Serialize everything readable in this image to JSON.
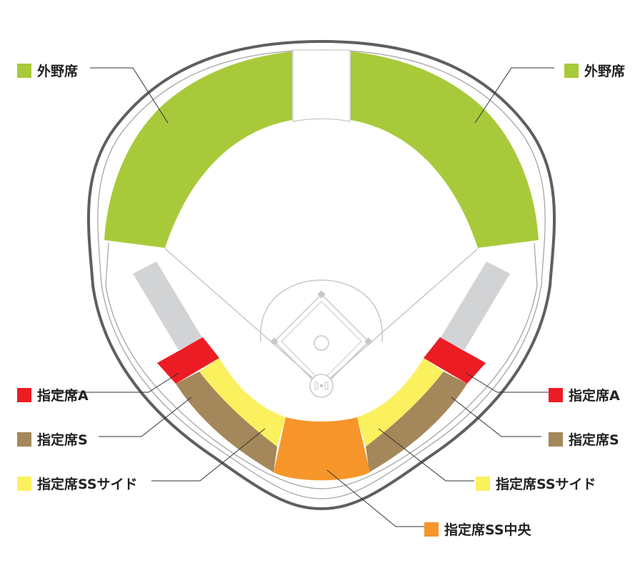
{
  "legend": {
    "outfield_left": {
      "label": "外野席",
      "color": "#a8ca3a"
    },
    "outfield_right": {
      "label": "外野席",
      "color": "#a8ca3a"
    },
    "a_left": {
      "label": "指定席A",
      "color": "#ec1c24"
    },
    "a_right": {
      "label": "指定席A",
      "color": "#ec1c24"
    },
    "s_left": {
      "label": "指定席S",
      "color": "#a4875a"
    },
    "s_right": {
      "label": "指定席S",
      "color": "#a4875a"
    },
    "ss_side_left": {
      "label": "指定席SSサイド",
      "color": "#fbf15f"
    },
    "ss_side_right": {
      "label": "指定席SSサイド",
      "color": "#fbf15f"
    },
    "ss_center": {
      "label": "指定席SS中央",
      "color": "#f6962a"
    }
  },
  "colors": {
    "unused_stand": "#d2d3d5",
    "outline": "#5f5f5f",
    "field_lines": "#bfbfbf"
  }
}
